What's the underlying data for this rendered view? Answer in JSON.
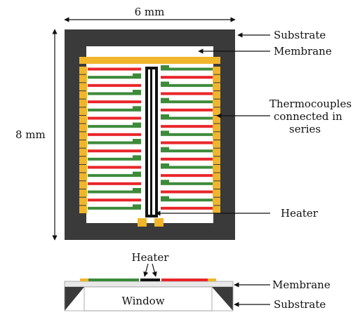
{
  "labels": {
    "width_dim": "6 mm",
    "height_dim": "8 mm",
    "substrate": "Substrate",
    "membrane": "Membrane",
    "thermo_line1": "Thermocouples",
    "thermo_line2": "connected in",
    "thermo_line3": "series",
    "heater": "Heater",
    "cross_heater": "Heater",
    "cross_membrane": "Membrane",
    "cross_window": "Window",
    "cross_substrate": "Substrate"
  },
  "colors": {
    "substrate": "#3a3a3a",
    "membrane": "#ffffff",
    "pad": "#f0b52a",
    "thermo_red": "#e8262a",
    "thermo_green": "#3d8a3a",
    "heater": "#111111",
    "cross_membrane": "#e8e8e8"
  },
  "thermocouples": {
    "left_rows": 18,
    "right_rows": 18
  }
}
